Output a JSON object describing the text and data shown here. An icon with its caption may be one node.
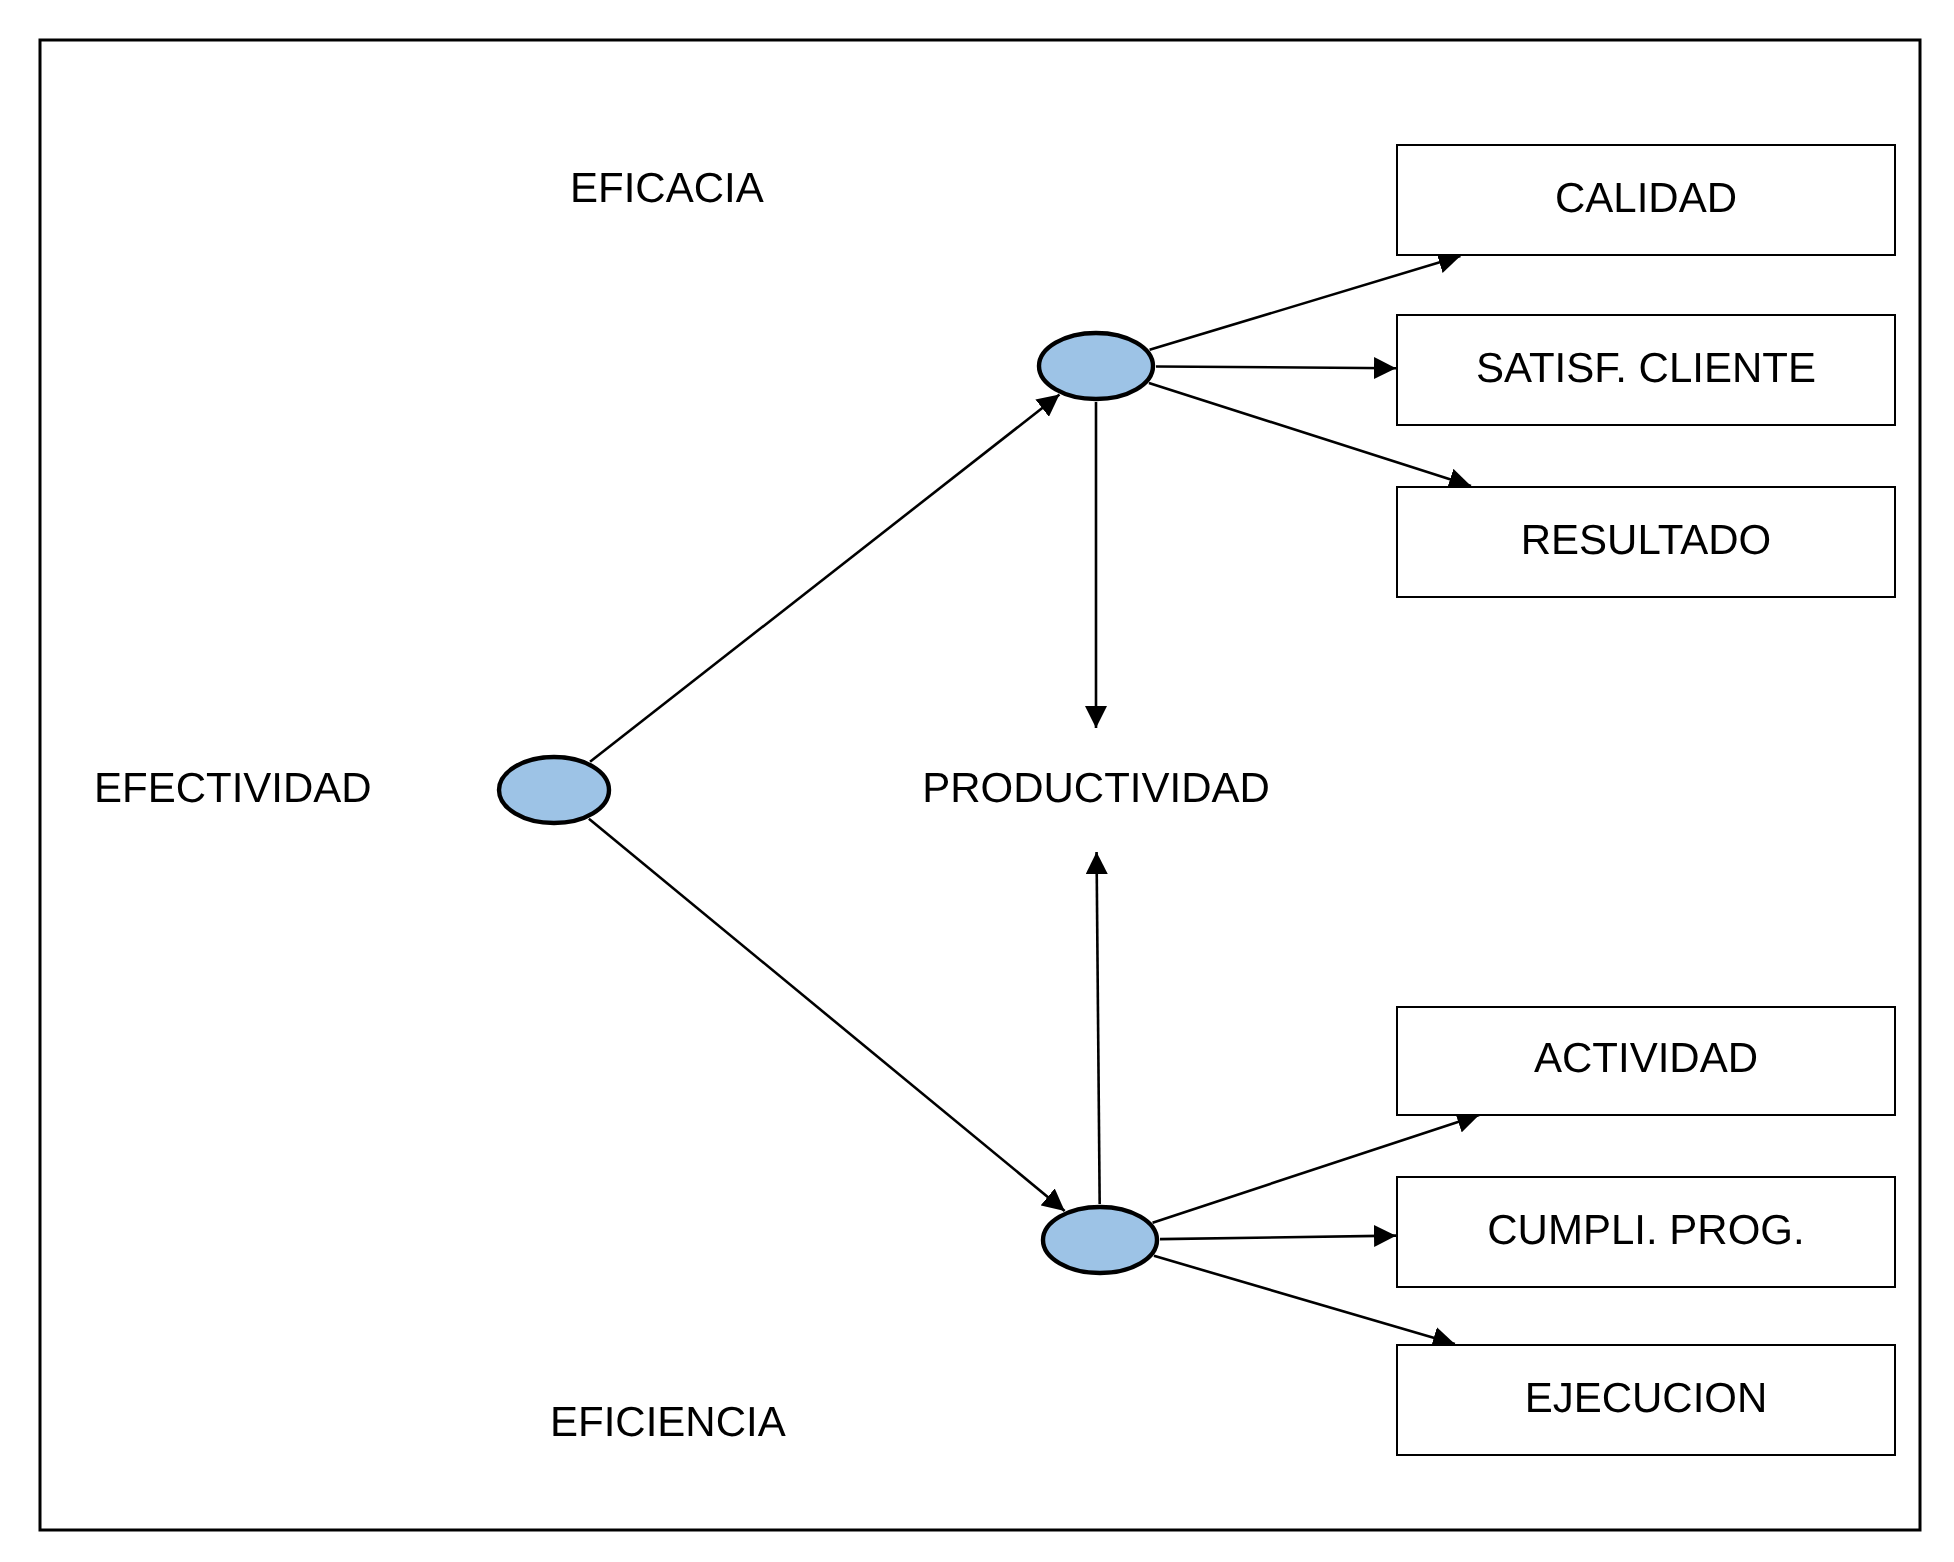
{
  "diagram": {
    "nodes": [
      {
        "text": [],
        "shape": "circle",
        "beside": [
          "EFECTIVIDAD"
        ]
      },
      {
        "text": [],
        "shape": "circle"
      },
      {
        "text": [
          "CALIDAD"
        ]
      },
      {
        "text": [
          "SATISF. CLIENTE"
        ]
      },
      {
        "text": [
          "RESULTADO"
        ]
      },
      {
        "text": [
          "PRODUCTIVIDAD"
        ]
      },
      {
        "text": [],
        "shape": "circle"
      },
      {
        "text": [
          "ACTIVIDAD"
        ]
      },
      {
        "text": [
          "CUMPLI. PROG."
        ]
      },
      {
        "text": [
          "EJECUCION"
        ]
      }
    ],
    "edges": [
      {
        "from": 0,
        "to": 1,
        "arrow": "to"
      },
      {
        "from": 0,
        "to": 6,
        "arrow": "to"
      },
      {
        "from": 1,
        "to": 2,
        "arrow": "to"
      },
      {
        "from": 1,
        "to": 3,
        "arrow": "to"
      },
      {
        "from": 1,
        "to": 4,
        "arrow": "to"
      },
      {
        "from": 1,
        "to": 5,
        "arrow": "to"
      },
      {
        "from": 6,
        "to": 5,
        "arrow": "to"
      },
      {
        "from": 6,
        "to": 7,
        "arrow": "to"
      },
      {
        "from": 6,
        "to": 8,
        "arrow": "to"
      },
      {
        "from": 6,
        "to": 9,
        "arrow": "to"
      }
    ],
    "labels": [
      "EFICACIA",
      "EFICIENCIA"
    ]
  }
}
